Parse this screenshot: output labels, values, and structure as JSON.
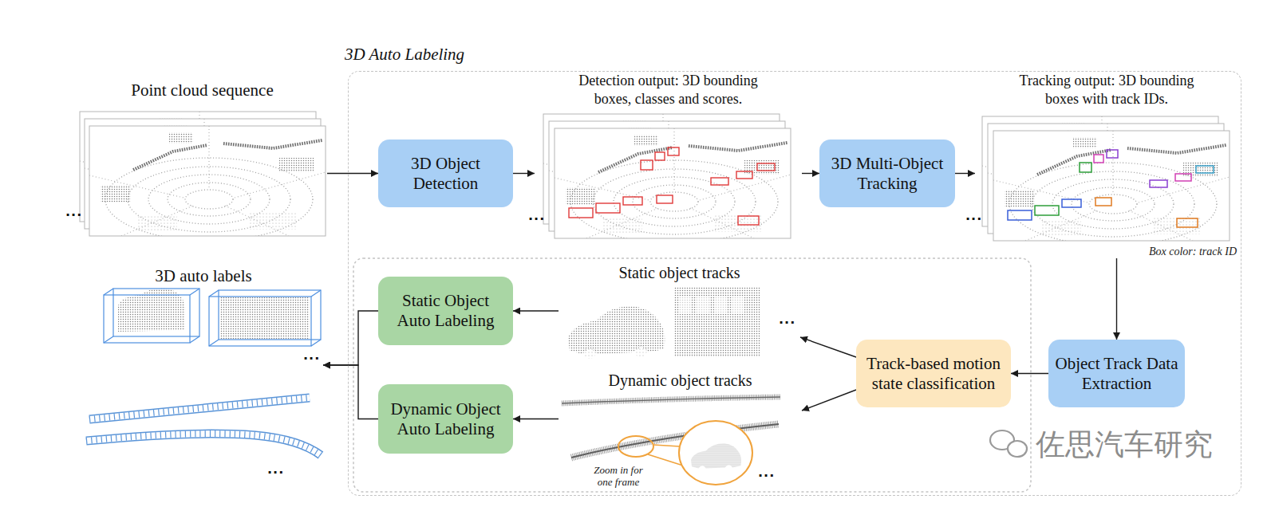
{
  "diagram": {
    "nodes": [
      {
        "text": [
          "Point cloud sequence"
        ]
      },
      {
        "text": [
          "3D Auto Labeling"
        ]
      },
      {
        "text": [
          "3D Object Detection"
        ],
        "in": 1
      },
      {
        "text": [
          "Detection output: 3D bounding boxes, classes and scores."
        ],
        "in": 1
      },
      {
        "text": [
          "3D Multi-Object Tracking"
        ],
        "in": 1
      },
      {
        "text": [
          "Tracking output: 3D bounding boxes with track IDs.",
          "Box color: track ID"
        ],
        "in": 1
      },
      {
        "text": [
          "Object Track Data Extraction"
        ],
        "in": 1
      },
      {
        "text": [
          "Track-based motion state classification"
        ],
        "in": 1
      },
      {
        "text": [
          "Static object tracks"
        ],
        "in": 1
      },
      {
        "text": [
          "Static Object Auto Labeling"
        ],
        "in": 1
      },
      {
        "text": [
          "Dynamic object tracks",
          "Zoom in for one frame"
        ],
        "in": 1
      },
      {
        "text": [
          "Dynamic Object Auto Labeling"
        ],
        "in": 1
      },
      {
        "text": [
          "3D auto labels"
        ]
      }
    ],
    "edges": [
      {
        "from": 0,
        "to": 2,
        "arrow": "to"
      },
      {
        "from": 2,
        "to": 3,
        "arrow": "to"
      },
      {
        "from": 3,
        "to": 4,
        "arrow": "to"
      },
      {
        "from": 4,
        "to": 5,
        "arrow": "to"
      },
      {
        "from": 5,
        "to": 6,
        "arrow": "to"
      },
      {
        "from": 6,
        "to": 7,
        "arrow": "to"
      },
      {
        "from": 7,
        "to": 8,
        "arrow": "to"
      },
      {
        "from": 7,
        "to": 10,
        "arrow": "to"
      },
      {
        "from": 8,
        "to": 9,
        "arrow": "to"
      },
      {
        "from": 10,
        "to": 11,
        "arrow": "to"
      },
      {
        "from": 9,
        "to": 12,
        "arrow": "to"
      },
      {
        "from": 11,
        "to": 12,
        "arrow": "to"
      }
    ],
    "labels": [
      "...",
      "...",
      "...",
      "...",
      "...",
      "...",
      "...",
      "佐思汽车研究"
    ]
  }
}
